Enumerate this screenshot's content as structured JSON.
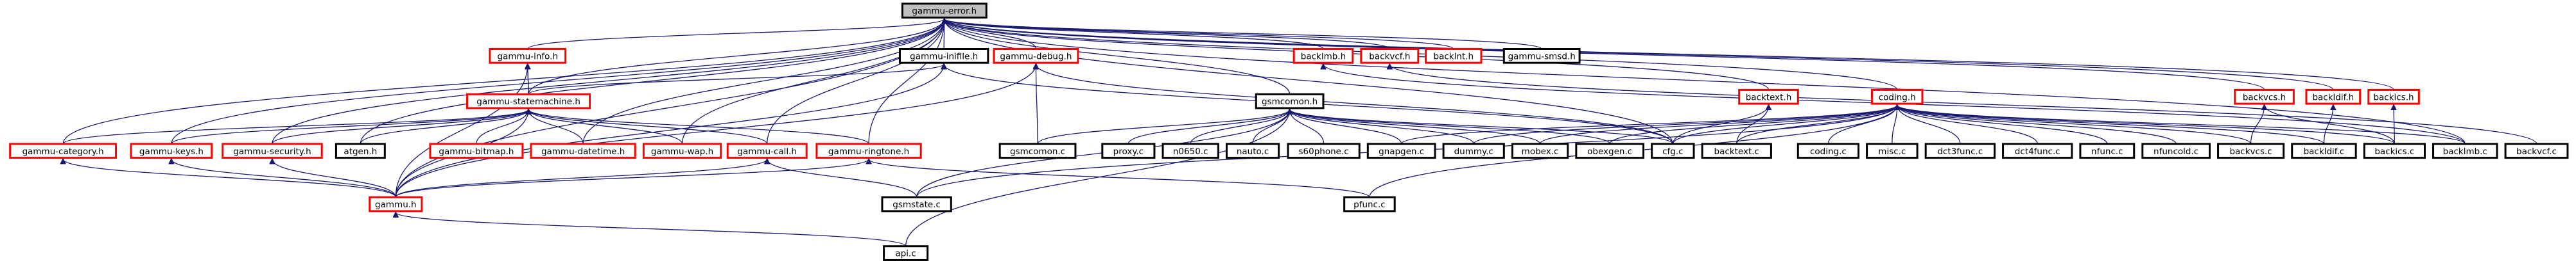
{
  "colors": {
    "edge": "#191970",
    "root_fill": "#bfbfbf",
    "root_border": "#000000",
    "expandable_border": "#ff0000",
    "leaf_border": "#000000",
    "node_fill": "#ffffff"
  },
  "nodes": [
    {
      "id": "gammu-error.h",
      "label": "gammu-error.h",
      "kind": "root"
    },
    {
      "id": "gammu-info.h",
      "label": "gammu-info.h",
      "kind": "expandable"
    },
    {
      "id": "gammu-inifile.h",
      "label": "gammu-inifile.h",
      "kind": "leaf"
    },
    {
      "id": "gammu-debug.h",
      "label": "gammu-debug.h",
      "kind": "expandable"
    },
    {
      "id": "backlmb.h",
      "label": "backlmb.h",
      "kind": "expandable"
    },
    {
      "id": "backvcf.h",
      "label": "backvcf.h",
      "kind": "expandable"
    },
    {
      "id": "backlnt.h",
      "label": "backlnt.h",
      "kind": "expandable"
    },
    {
      "id": "gammu-smsd.h",
      "label": "gammu-smsd.h",
      "kind": "leaf"
    },
    {
      "id": "gammu-statemachine.h",
      "label": "gammu-statemachine.h",
      "kind": "expandable"
    },
    {
      "id": "gsmcomon.h",
      "label": "gsmcomon.h",
      "kind": "leaf"
    },
    {
      "id": "backtext.h",
      "label": "backtext.h",
      "kind": "expandable"
    },
    {
      "id": "coding.h",
      "label": "coding.h",
      "kind": "expandable"
    },
    {
      "id": "backvcs.h",
      "label": "backvcs.h",
      "kind": "expandable"
    },
    {
      "id": "backldif.h",
      "label": "backldif.h",
      "kind": "expandable"
    },
    {
      "id": "backics.h",
      "label": "backics.h",
      "kind": "expandable"
    },
    {
      "id": "gammu-category.h",
      "label": "gammu-category.h",
      "kind": "expandable"
    },
    {
      "id": "gammu-keys.h",
      "label": "gammu-keys.h",
      "kind": "expandable"
    },
    {
      "id": "gammu-security.h",
      "label": "gammu-security.h",
      "kind": "expandable"
    },
    {
      "id": "atgen.h",
      "label": "atgen.h",
      "kind": "leaf"
    },
    {
      "id": "gammu-bitmap.h",
      "label": "gammu-bitmap.h",
      "kind": "expandable"
    },
    {
      "id": "gammu-datetime.h",
      "label": "gammu-datetime.h",
      "kind": "expandable"
    },
    {
      "id": "gammu-wap.h",
      "label": "gammu-wap.h",
      "kind": "expandable"
    },
    {
      "id": "gammu-call.h",
      "label": "gammu-call.h",
      "kind": "expandable"
    },
    {
      "id": "gammu-ringtone.h",
      "label": "gammu-ringtone.h",
      "kind": "expandable"
    },
    {
      "id": "gsmcomon.c",
      "label": "gsmcomon.c",
      "kind": "leaf"
    },
    {
      "id": "proxy.c",
      "label": "proxy.c",
      "kind": "leaf"
    },
    {
      "id": "n0650.c",
      "label": "n0650.c",
      "kind": "leaf"
    },
    {
      "id": "nauto.c",
      "label": "nauto.c",
      "kind": "leaf"
    },
    {
      "id": "s60phone.c",
      "label": "s60phone.c",
      "kind": "leaf"
    },
    {
      "id": "gnapgen.c",
      "label": "gnapgen.c",
      "kind": "leaf"
    },
    {
      "id": "dummy.c",
      "label": "dummy.c",
      "kind": "leaf"
    },
    {
      "id": "mobex.c",
      "label": "mobex.c",
      "kind": "leaf"
    },
    {
      "id": "obexgen.c",
      "label": "obexgen.c",
      "kind": "leaf"
    },
    {
      "id": "cfg.c",
      "label": "cfg.c",
      "kind": "leaf"
    },
    {
      "id": "backtext.c",
      "label": "backtext.c",
      "kind": "leaf"
    },
    {
      "id": "coding.c",
      "label": "coding.c",
      "kind": "leaf"
    },
    {
      "id": "misc.c",
      "label": "misc.c",
      "kind": "leaf"
    },
    {
      "id": "dct3func.c",
      "label": "dct3func.c",
      "kind": "leaf"
    },
    {
      "id": "dct4func.c",
      "label": "dct4func.c",
      "kind": "leaf"
    },
    {
      "id": "nfunc.c",
      "label": "nfunc.c",
      "kind": "leaf"
    },
    {
      "id": "nfuncold.c",
      "label": "nfuncold.c",
      "kind": "leaf"
    },
    {
      "id": "backvcs.c",
      "label": "backvcs.c",
      "kind": "leaf"
    },
    {
      "id": "backldif.c",
      "label": "backldif.c",
      "kind": "leaf"
    },
    {
      "id": "backics.c",
      "label": "backics.c",
      "kind": "leaf"
    },
    {
      "id": "backlmb.c",
      "label": "backlmb.c",
      "kind": "leaf"
    },
    {
      "id": "backvcf.c",
      "label": "backvcf.c",
      "kind": "leaf"
    },
    {
      "id": "gammu.h",
      "label": "gammu.h",
      "kind": "expandable"
    },
    {
      "id": "gsmstate.c",
      "label": "gsmstate.c",
      "kind": "leaf"
    },
    {
      "id": "pfunc.c",
      "label": "pfunc.c",
      "kind": "leaf"
    },
    {
      "id": "api.c",
      "label": "api.c",
      "kind": "leaf"
    }
  ],
  "edges": [
    [
      "gammu-error.h",
      "gammu-info.h"
    ],
    [
      "gammu-error.h",
      "gammu-inifile.h"
    ],
    [
      "gammu-error.h",
      "gammu-debug.h"
    ],
    [
      "gammu-error.h",
      "backlmb.h"
    ],
    [
      "gammu-error.h",
      "backvcf.h"
    ],
    [
      "gammu-error.h",
      "backlnt.h"
    ],
    [
      "gammu-error.h",
      "gammu-smsd.h"
    ],
    [
      "gammu-error.h",
      "gammu-statemachine.h"
    ],
    [
      "gammu-error.h",
      "gsmcomon.h"
    ],
    [
      "gammu-error.h",
      "backtext.h"
    ],
    [
      "gammu-error.h",
      "coding.h"
    ],
    [
      "gammu-error.h",
      "backvcs.h"
    ],
    [
      "gammu-error.h",
      "backldif.h"
    ],
    [
      "gammu-error.h",
      "backics.h"
    ],
    [
      "gammu-error.h",
      "gammu-category.h"
    ],
    [
      "gammu-error.h",
      "gammu-keys.h"
    ],
    [
      "gammu-error.h",
      "gammu-security.h"
    ],
    [
      "gammu-error.h",
      "atgen.h"
    ],
    [
      "gammu-error.h",
      "gammu-datetime.h"
    ],
    [
      "gammu-error.h",
      "gammu-wap.h"
    ],
    [
      "gammu-error.h",
      "gammu-call.h"
    ],
    [
      "gammu-error.h",
      "gammu-ringtone.h"
    ],
    [
      "gammu-error.h",
      "gammu.h"
    ],
    [
      "gammu-error.h",
      "cfg.c"
    ],
    [
      "gammu-error.h",
      "backlmb.c"
    ],
    [
      "gammu-info.h",
      "gammu-statemachine.h"
    ],
    [
      "gammu-info.h",
      "gammu.h"
    ],
    [
      "gammu-statemachine.h",
      "gammu-info.h"
    ],
    [
      "gammu-inifile.h",
      "gammu-statemachine.h"
    ],
    [
      "gammu-inifile.h",
      "gammu.h"
    ],
    [
      "gammu-inifile.h",
      "cfg.c"
    ],
    [
      "gammu-debug.h",
      "gammu.h"
    ],
    [
      "gammu-debug.h",
      "gsmcomon.c"
    ],
    [
      "gammu-debug.h",
      "cfg.c"
    ],
    [
      "backlmb.h",
      "backlmb.c"
    ],
    [
      "backvcf.h",
      "backvcf.c"
    ],
    [
      "gammu-statemachine.h",
      "gammu-category.h"
    ],
    [
      "gammu-statemachine.h",
      "gammu-keys.h"
    ],
    [
      "gammu-statemachine.h",
      "gammu-security.h"
    ],
    [
      "gammu-statemachine.h",
      "atgen.h"
    ],
    [
      "gammu-statemachine.h",
      "gammu-bitmap.h"
    ],
    [
      "gammu-statemachine.h",
      "gammu-datetime.h"
    ],
    [
      "gammu-statemachine.h",
      "gammu-wap.h"
    ],
    [
      "gammu-statemachine.h",
      "gammu-call.h"
    ],
    [
      "gammu-statemachine.h",
      "gammu-ringtone.h"
    ],
    [
      "gammu-statemachine.h",
      "gammu.h"
    ],
    [
      "gammu-category.h",
      "gammu.h"
    ],
    [
      "gammu-keys.h",
      "gammu.h"
    ],
    [
      "gammu-security.h",
      "gammu.h"
    ],
    [
      "gammu-call.h",
      "gammu.h"
    ],
    [
      "gammu-call.h",
      "gsmstate.c"
    ],
    [
      "gammu-ringtone.h",
      "gammu.h"
    ],
    [
      "gammu-ringtone.h",
      "pfunc.c"
    ],
    [
      "gammu.h",
      "api.c"
    ],
    [
      "gsmcomon.h",
      "gsmcomon.c"
    ],
    [
      "gsmcomon.h",
      "proxy.c"
    ],
    [
      "gsmcomon.h",
      "n0650.c"
    ],
    [
      "gsmcomon.h",
      "nauto.c"
    ],
    [
      "gsmcomon.h",
      "s60phone.c"
    ],
    [
      "gsmcomon.h",
      "gnapgen.c"
    ],
    [
      "gsmcomon.h",
      "dummy.c"
    ],
    [
      "gsmcomon.h",
      "mobex.c"
    ],
    [
      "gsmcomon.h",
      "obexgen.c"
    ],
    [
      "gsmcomon.h",
      "cfg.c"
    ],
    [
      "gsmcomon.h",
      "gsmstate.c"
    ],
    [
      "gsmcomon.h",
      "api.c"
    ],
    [
      "backtext.h",
      "backtext.c"
    ],
    [
      "backtext.h",
      "cfg.c"
    ],
    [
      "coding.h",
      "gnapgen.c"
    ],
    [
      "coding.h",
      "dummy.c"
    ],
    [
      "coding.h",
      "mobex.c"
    ],
    [
      "coding.h",
      "obexgen.c"
    ],
    [
      "coding.h",
      "cfg.c"
    ],
    [
      "coding.h",
      "backtext.c"
    ],
    [
      "coding.h",
      "coding.c"
    ],
    [
      "coding.h",
      "misc.c"
    ],
    [
      "coding.h",
      "dct3func.c"
    ],
    [
      "coding.h",
      "dct4func.c"
    ],
    [
      "coding.h",
      "nfunc.c"
    ],
    [
      "coding.h",
      "nfuncold.c"
    ],
    [
      "coding.h",
      "backvcs.c"
    ],
    [
      "coding.h",
      "backldif.c"
    ],
    [
      "coding.h",
      "backics.c"
    ],
    [
      "coding.h",
      "backlmb.c"
    ],
    [
      "coding.h",
      "gsmstate.c"
    ],
    [
      "coding.h",
      "pfunc.c"
    ],
    [
      "backvcs.h",
      "backvcs.c"
    ],
    [
      "backvcs.h",
      "backics.c"
    ],
    [
      "backldif.h",
      "backldif.c"
    ],
    [
      "backics.h",
      "backics.c"
    ]
  ]
}
